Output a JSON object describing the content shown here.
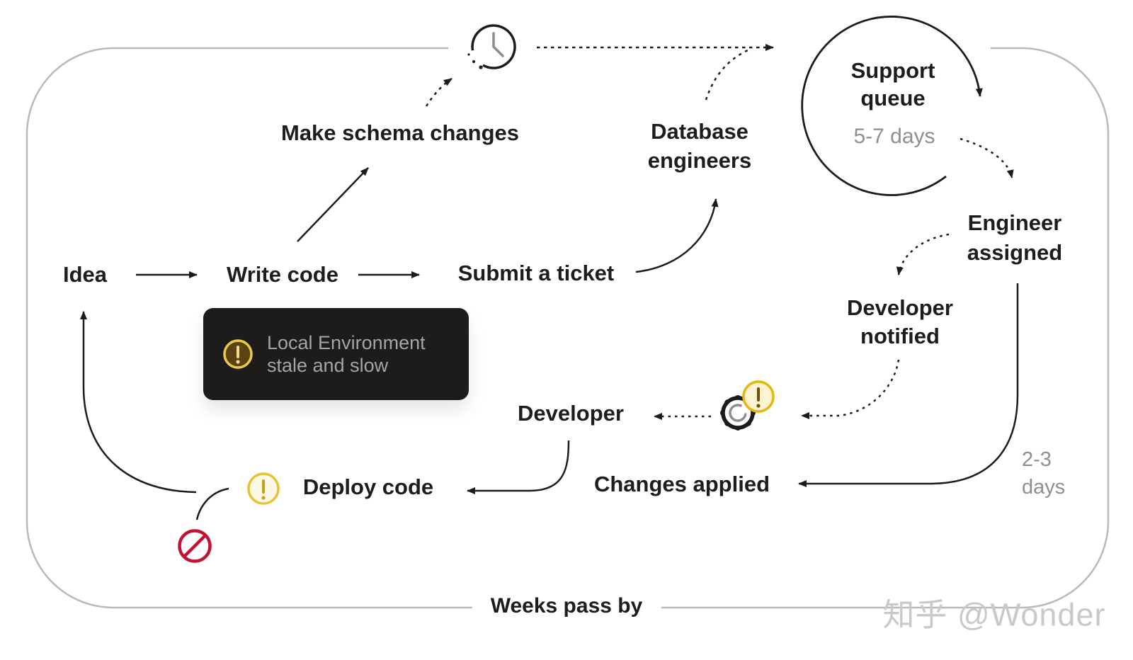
{
  "nodes": {
    "idea": "Idea",
    "write_code": "Write code",
    "submit_ticket": "Submit a ticket",
    "make_schema_changes": "Make schema changes",
    "database_engineers": {
      "line1": "Database",
      "line2": "engineers"
    },
    "support_queue": {
      "line1": "Support",
      "line2": "queue",
      "duration": "5-7 days"
    },
    "engineer_assigned": {
      "line1": "Engineer",
      "line2": "assigned"
    },
    "developer_notified": {
      "line1": "Developer",
      "line2": "notified"
    },
    "developer": "Developer",
    "deploy_code": "Deploy code",
    "changes_applied": "Changes applied",
    "turnaround": {
      "line1": "2-3",
      "line2": "days"
    },
    "weeks_pass_by": "Weeks pass by"
  },
  "tooltip": {
    "line1": "Local Environment",
    "line2": "stale and slow"
  },
  "watermark": "知乎 @Wonder",
  "icons": {
    "clock": "clock-icon",
    "gear": "gear-sync-icon",
    "alert_badge": "alert-badge-icon",
    "deploy_warning": "warning-icon",
    "tooltip_alert": "alert-icon",
    "blocked": "prohibition-icon"
  },
  "colors": {
    "text_dark": "#1d1d1f",
    "text_gray": "#8f8f8f",
    "border_gray": "#b9b9b9",
    "stroke_black": "#1c1c1c",
    "accent_gold": "#e4b70f",
    "badge_fill": "#fdf3d2",
    "warning_fill": "#fdf9e6",
    "tooltip_bg": "#1d1c1a",
    "tooltip_icon_fill": "#5a4512",
    "tooltip_icon_ring": "#edca4e",
    "blocked_red": "#c21236",
    "watermark_gray": "#c9c9c9"
  }
}
